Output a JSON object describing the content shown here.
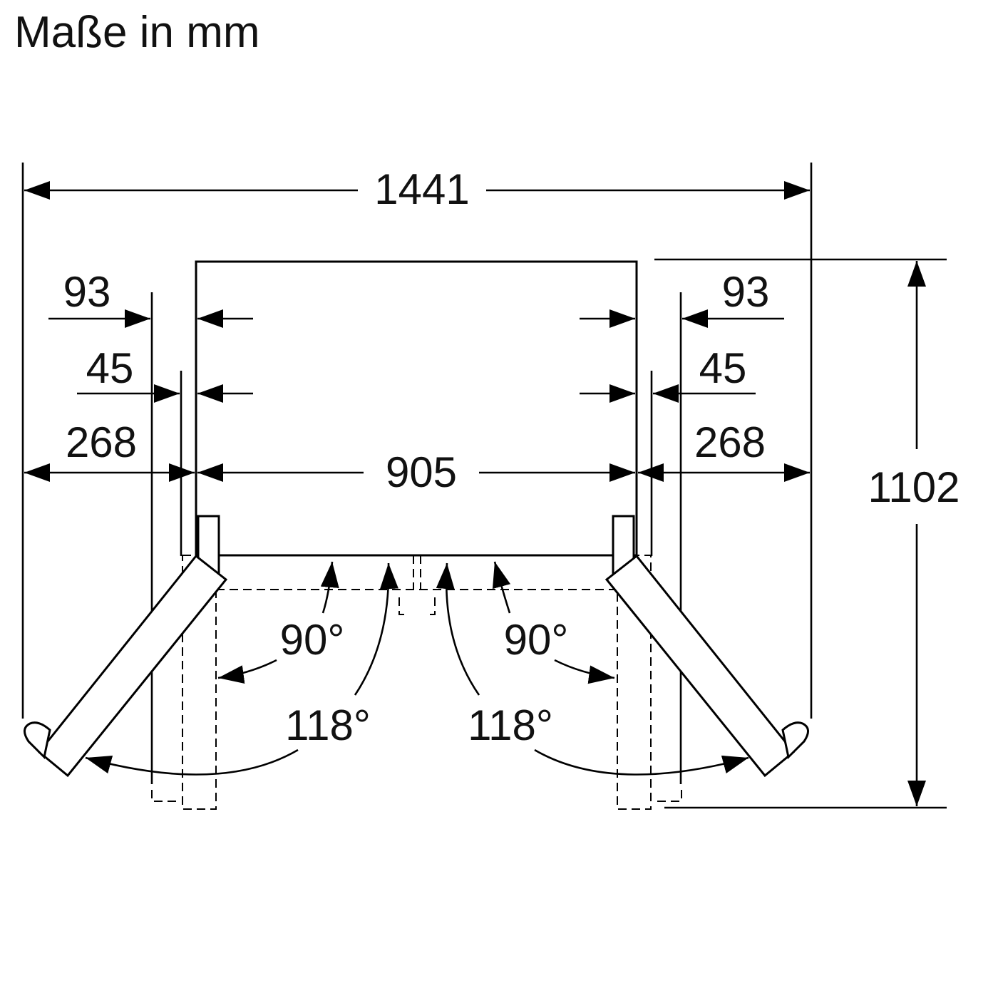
{
  "title": "Maße in mm",
  "dimensions": {
    "overall_width": "1441",
    "cabinet_width": "905",
    "overall_depth": "1102",
    "left": {
      "offset_93": "93",
      "offset_45": "45",
      "offset_268": "268"
    },
    "right": {
      "offset_93": "93",
      "offset_45": "45",
      "offset_268": "268"
    }
  },
  "angles": {
    "left_90": "90°",
    "right_90": "90°",
    "left_118": "118°",
    "right_118": "118°"
  }
}
